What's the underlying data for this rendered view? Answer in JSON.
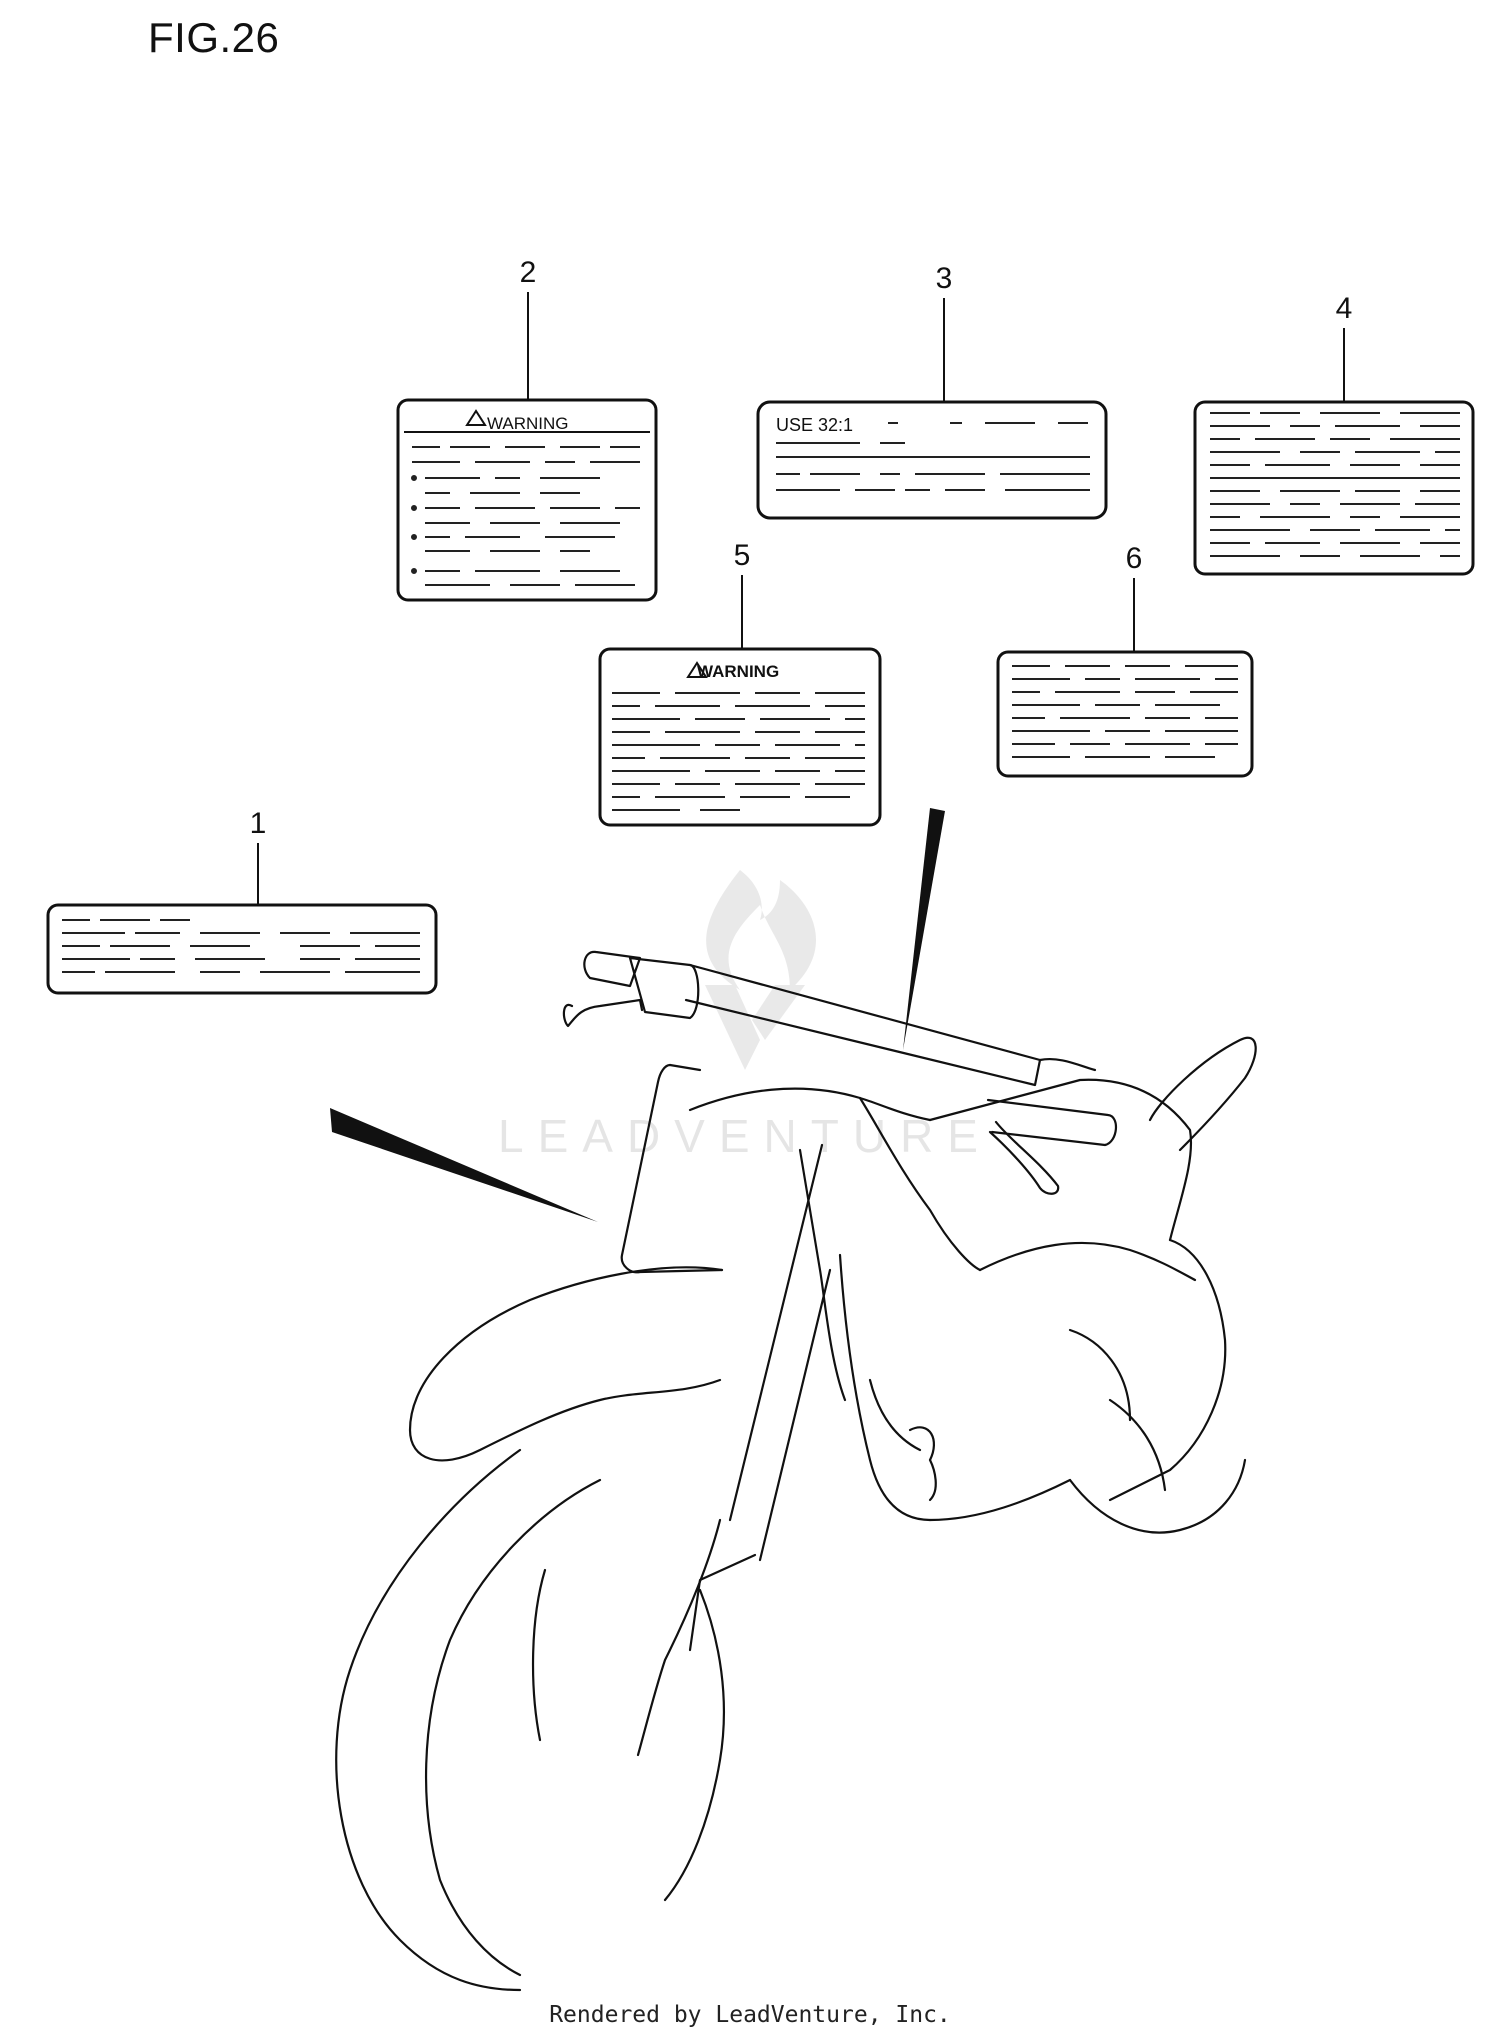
{
  "figure": {
    "title": "FIG.26"
  },
  "callouts": [
    {
      "number": "1"
    },
    {
      "number": "2"
    },
    {
      "number": "3"
    },
    {
      "number": "4"
    },
    {
      "number": "5"
    },
    {
      "number": "6"
    }
  ],
  "labels": {
    "warning_2": "WARNING",
    "fuel_3": "USE 32:1",
    "warning_5": "WARNING"
  },
  "watermark": {
    "text": "LEADVENTURE"
  },
  "footer": {
    "text": "Rendered by LeadVenture, Inc."
  }
}
